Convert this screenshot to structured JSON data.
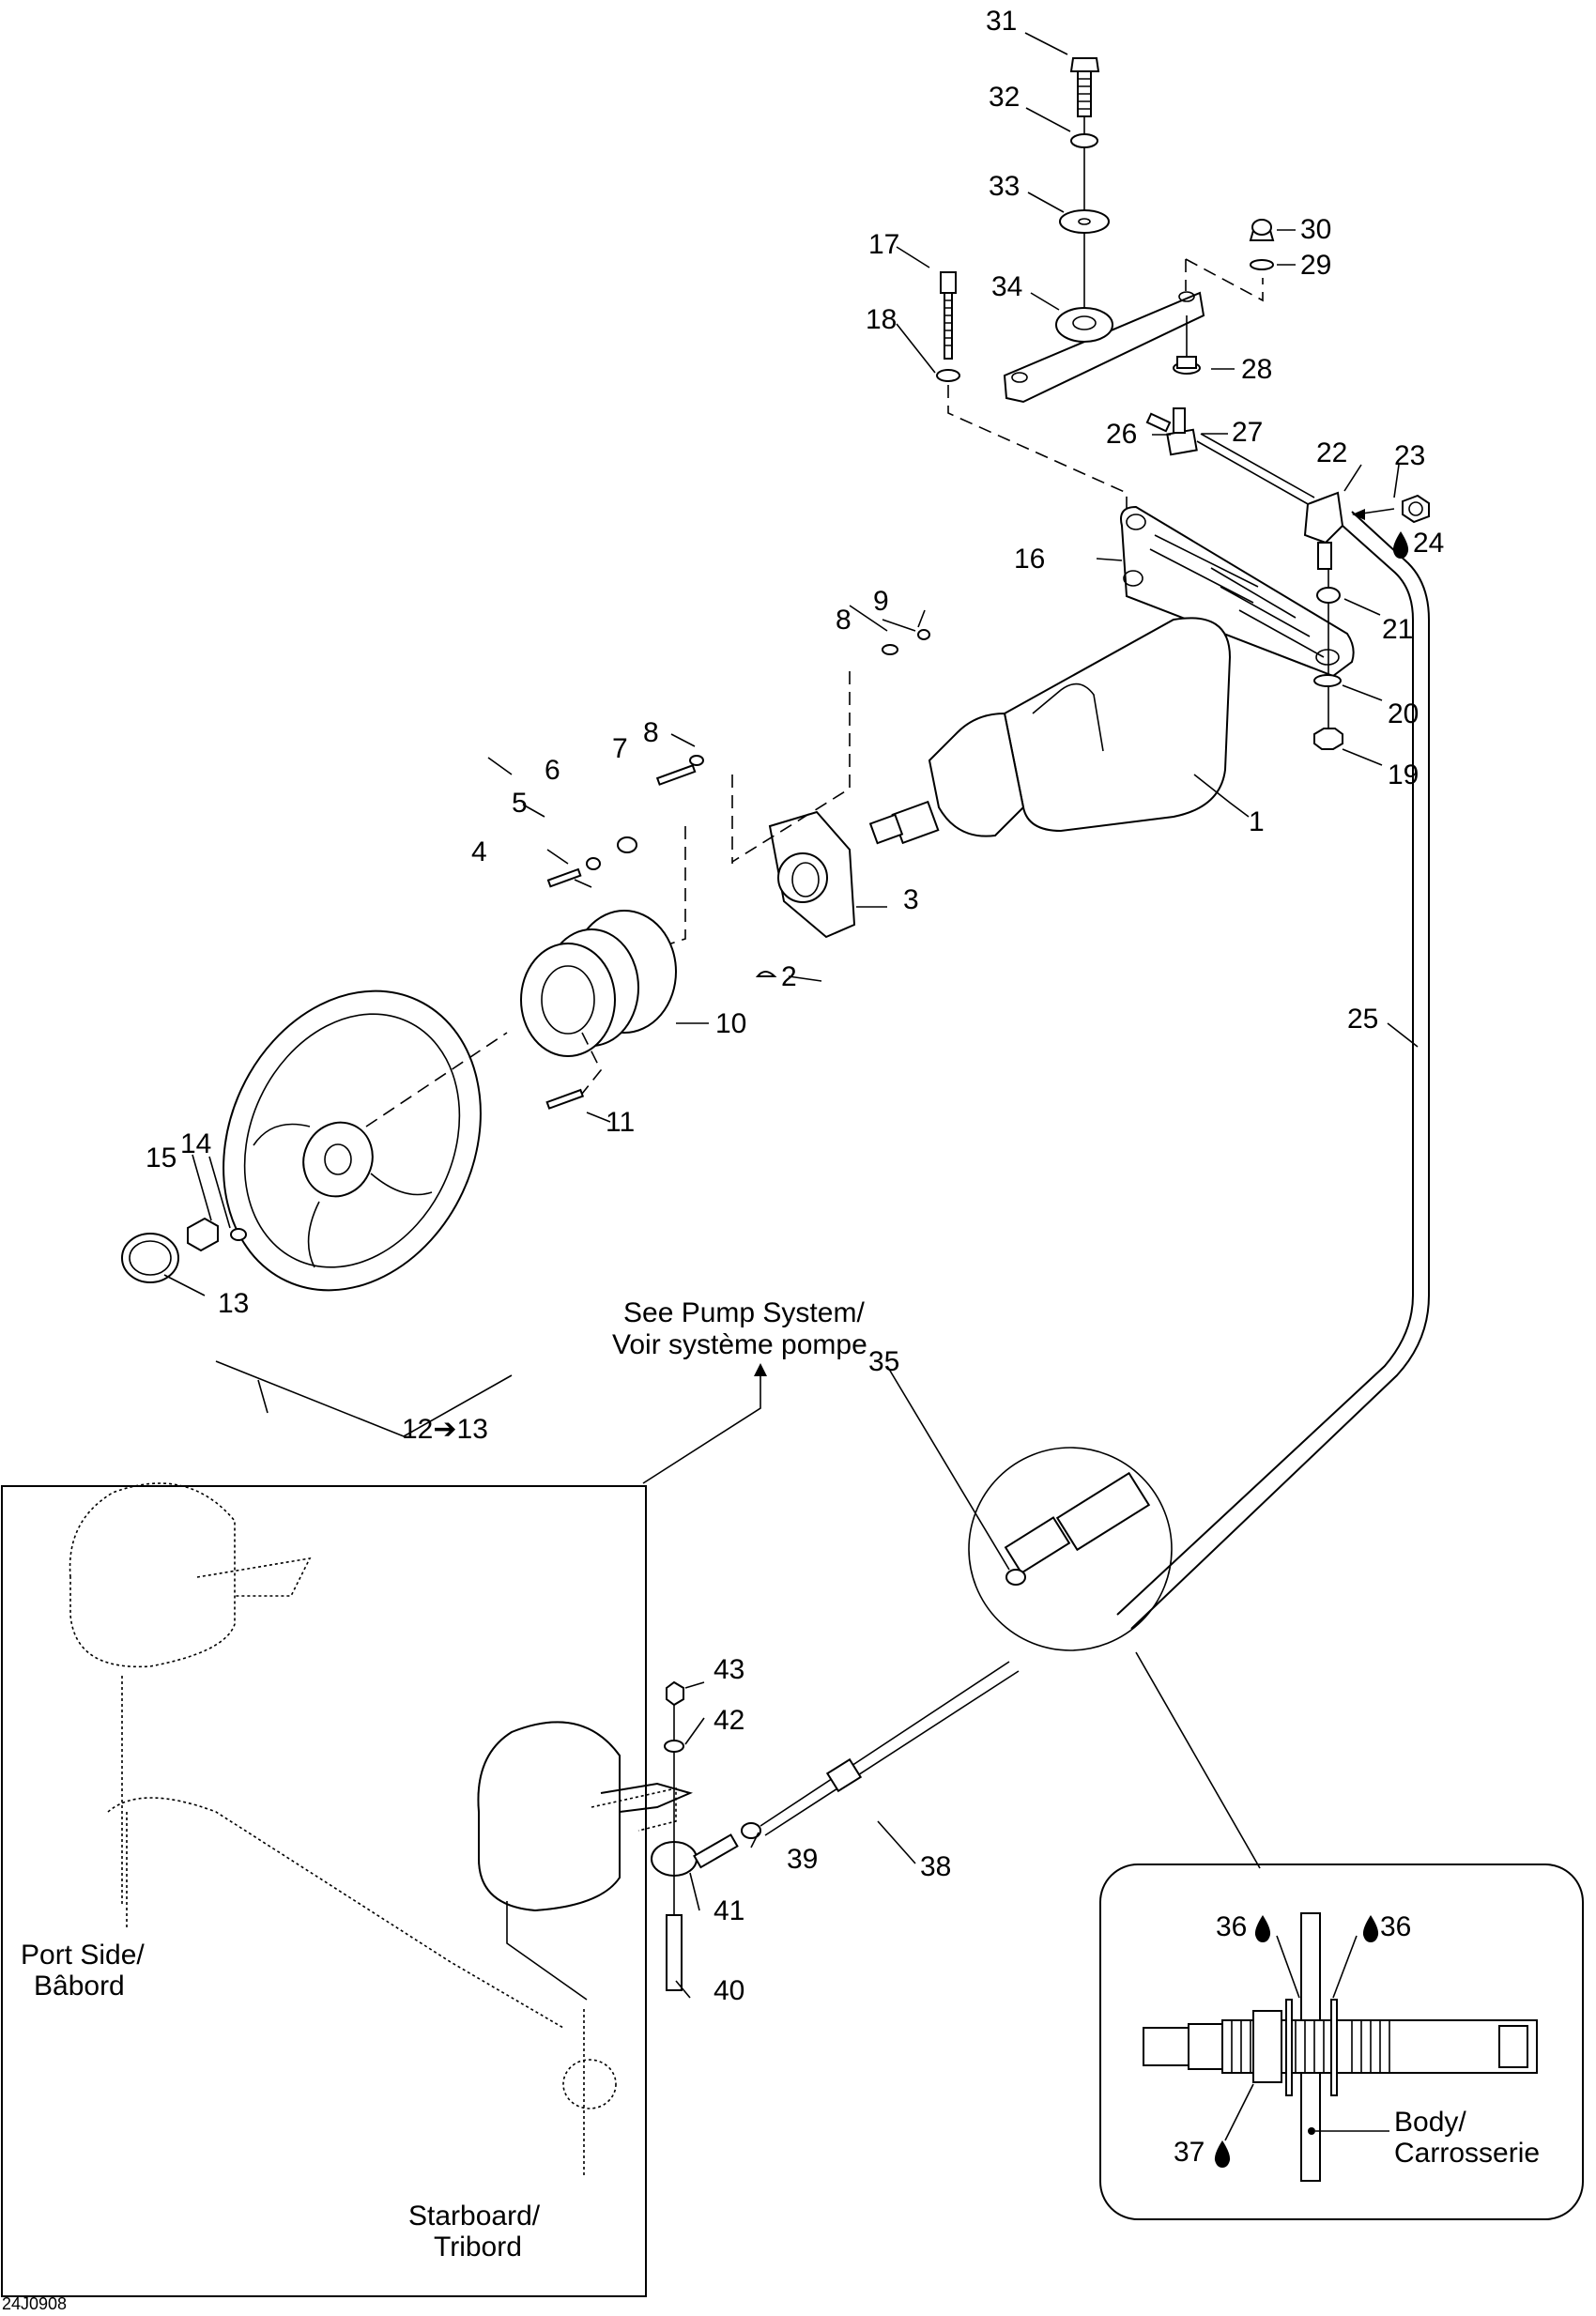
{
  "figure": {
    "id_code": "24J0908",
    "note_pump": [
      "See Pump System/",
      "Voir système pompe"
    ],
    "port_side": [
      "Port Side/",
      "Bâbord"
    ],
    "starboard": [
      "Starboard/",
      "Tribord"
    ],
    "body": [
      "Body/",
      "Carrosserie"
    ],
    "group_label": "12➔13"
  },
  "callouts": [
    {
      "n": "1"
    },
    {
      "n": "2"
    },
    {
      "n": "3"
    },
    {
      "n": "4"
    },
    {
      "n": "5"
    },
    {
      "n": "6"
    },
    {
      "n": "7"
    },
    {
      "n": "8"
    },
    {
      "n": "8"
    },
    {
      "n": "9"
    },
    {
      "n": "10"
    },
    {
      "n": "11"
    },
    {
      "n": "13"
    },
    {
      "n": "14"
    },
    {
      "n": "15"
    },
    {
      "n": "16"
    },
    {
      "n": "17"
    },
    {
      "n": "18"
    },
    {
      "n": "19"
    },
    {
      "n": "20"
    },
    {
      "n": "21"
    },
    {
      "n": "22"
    },
    {
      "n": "23"
    },
    {
      "n": "24"
    },
    {
      "n": "25"
    },
    {
      "n": "26"
    },
    {
      "n": "27"
    },
    {
      "n": "28"
    },
    {
      "n": "29"
    },
    {
      "n": "30"
    },
    {
      "n": "31"
    },
    {
      "n": "32"
    },
    {
      "n": "33"
    },
    {
      "n": "34"
    },
    {
      "n": "35"
    },
    {
      "n": "36"
    },
    {
      "n": "36"
    },
    {
      "n": "37"
    },
    {
      "n": "38"
    },
    {
      "n": "39"
    },
    {
      "n": "40"
    },
    {
      "n": "41"
    },
    {
      "n": "42"
    },
    {
      "n": "43"
    }
  ]
}
